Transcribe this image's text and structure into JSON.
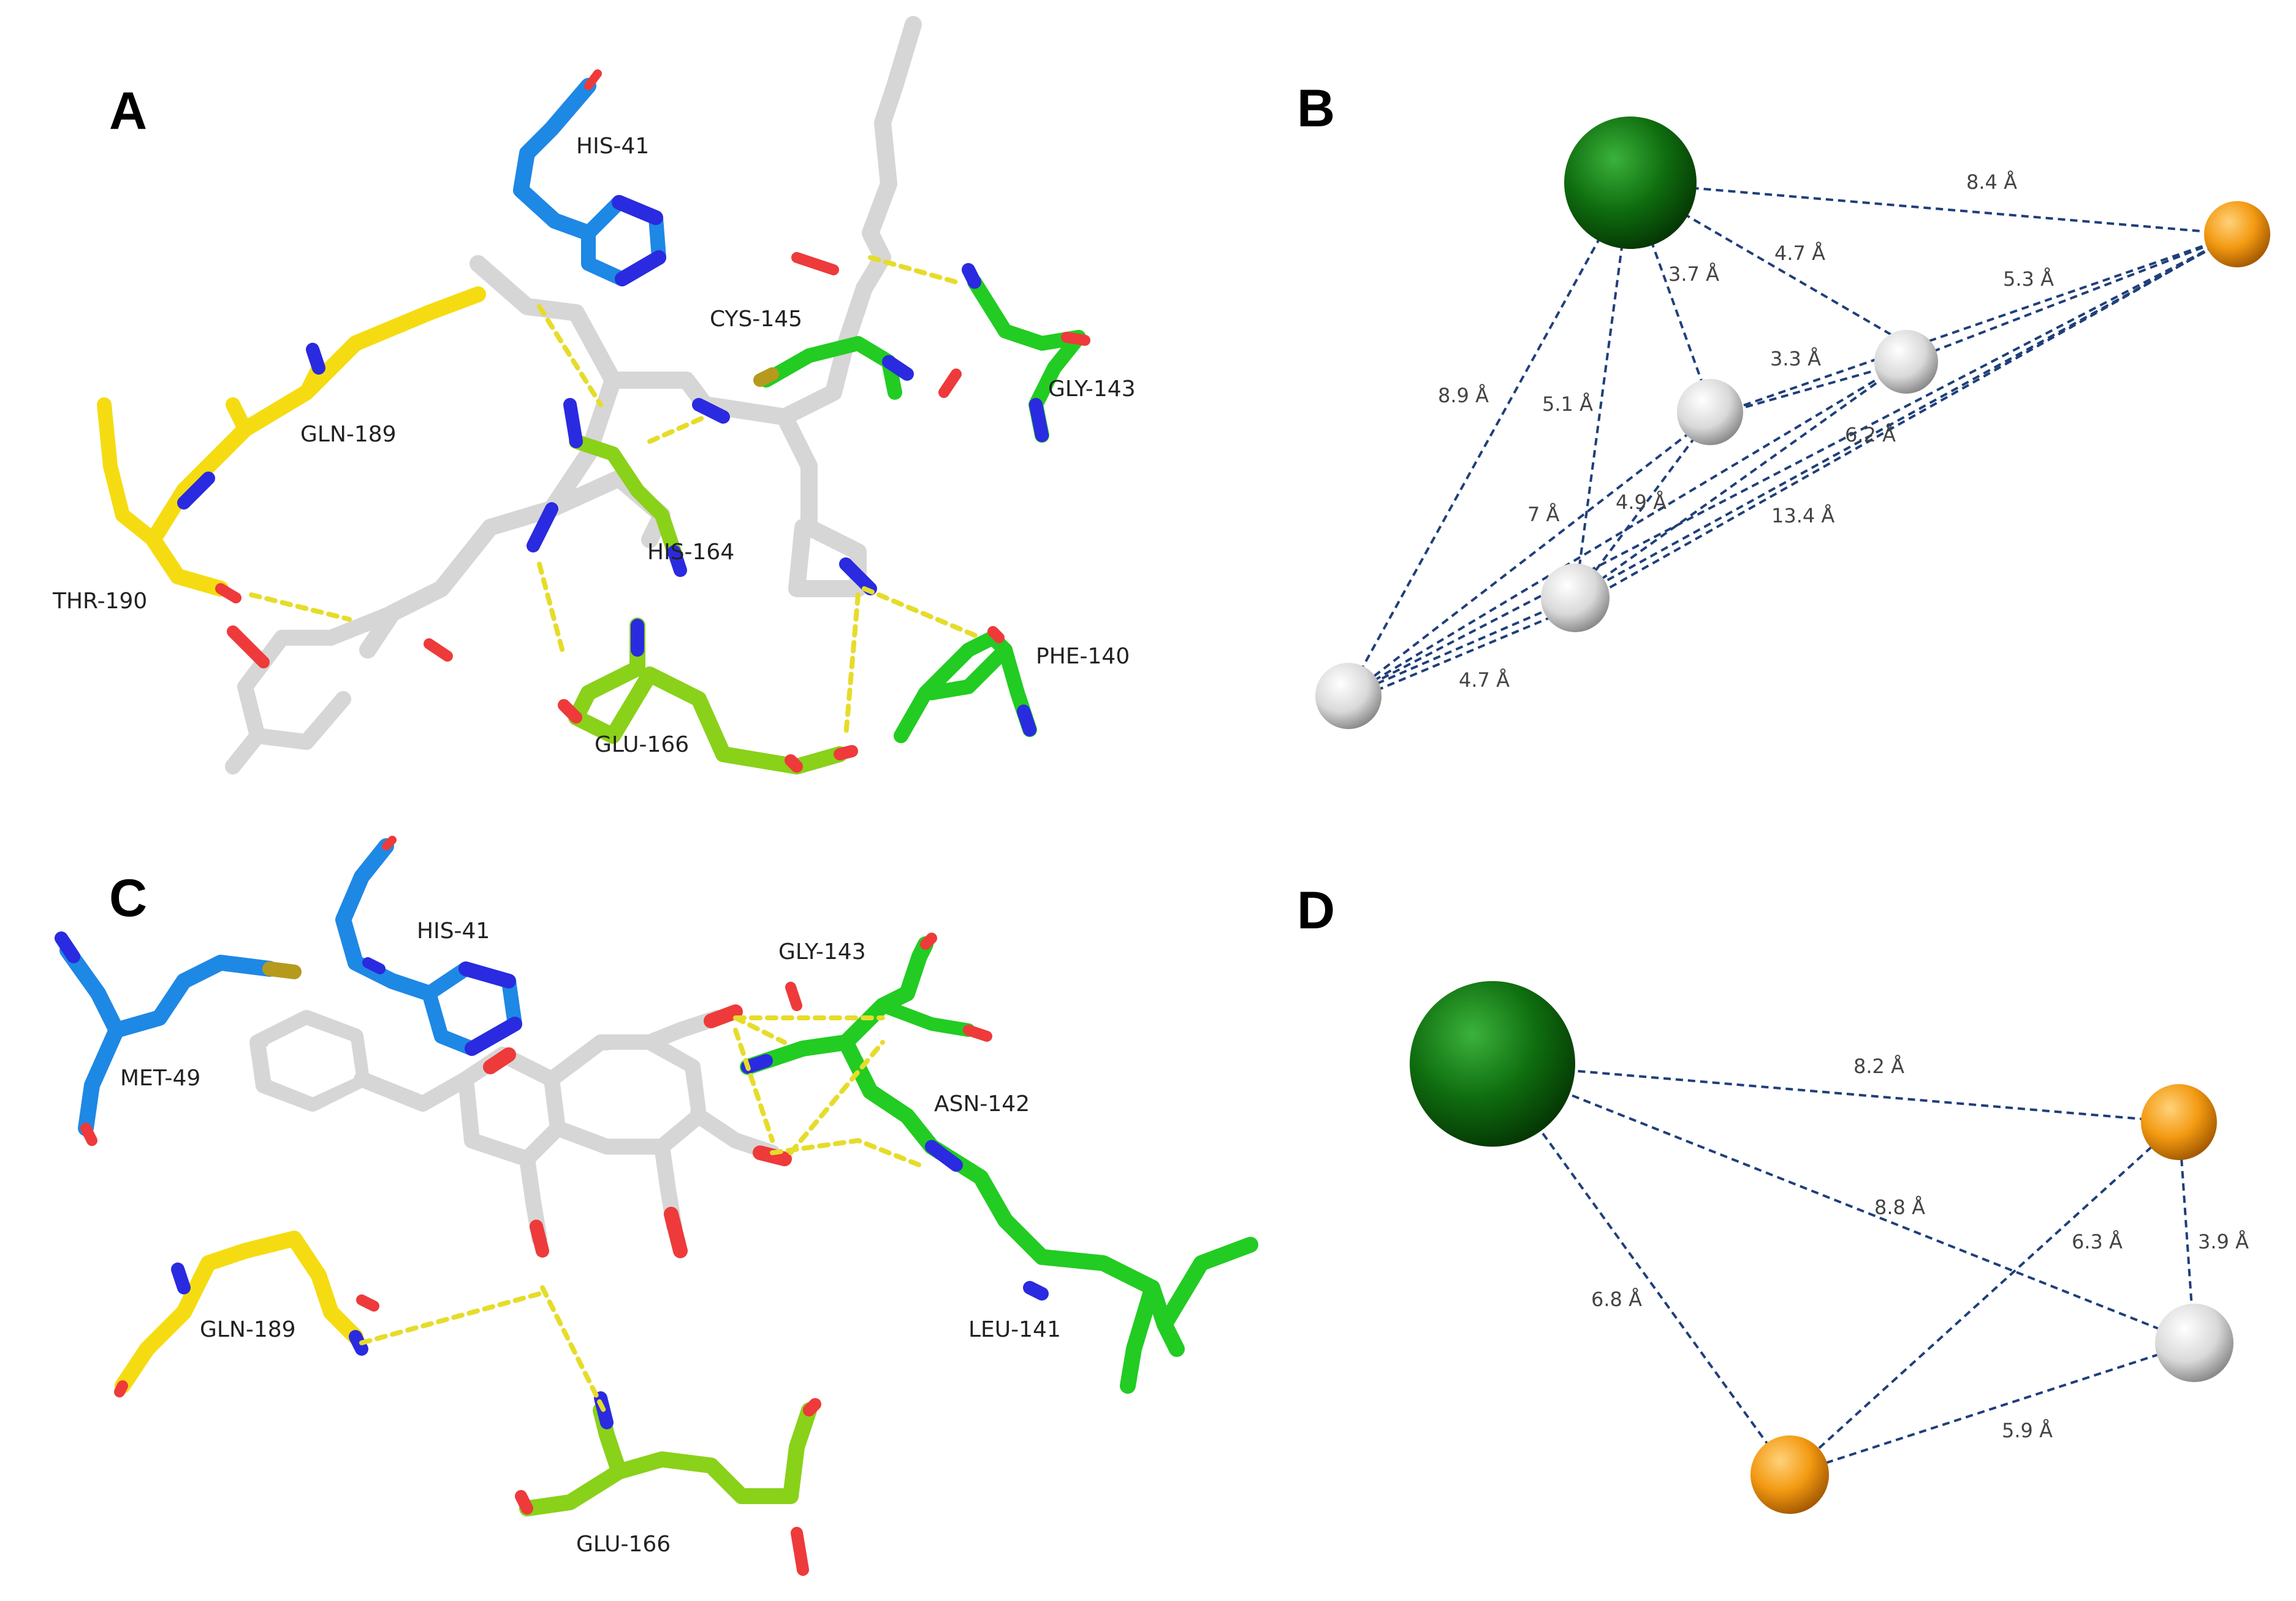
{
  "panels": {
    "a": {
      "letter": "A",
      "residues": {
        "his41": "HIS-41",
        "cys145": "CYS-145",
        "gly143": "GLY-143",
        "gln189": "GLN-189",
        "his164": "HIS-164",
        "thr190": "THR-190",
        "phe140": "PHE-140",
        "glu166": "GLU-166"
      }
    },
    "b": {
      "letter": "B",
      "distances": [
        "8.4 Å",
        "4.7 Å",
        "3.7 Å",
        "5.3 Å",
        "3.3 Å",
        "8.9 Å",
        "5.1 Å",
        "6.2 Å",
        "7 Å",
        "4.9 Å",
        "13.4 Å",
        "4.7 Å"
      ]
    },
    "c": {
      "letter": "C",
      "residues": {
        "his41": "HIS-41",
        "gly143": "GLY-143",
        "met49": "MET-49",
        "asn142": "ASN-142",
        "gln189": "GLN-189",
        "leu141": "LEU-141",
        "glu166": "GLU-166"
      }
    },
    "d": {
      "letter": "D",
      "distances": [
        "8.2 Å",
        "8.8 Å",
        "6.3 Å",
        "3.9 Å",
        "6.8 Å",
        "5.9 Å"
      ]
    }
  },
  "colors": {
    "carbon_ligand": "#d6d6d6",
    "carbon_blue": "#1e88e5",
    "carbon_yellow": "#f5dc12",
    "carbon_green": "#22cc22",
    "carbon_lime": "#8ad11a",
    "oxygen": "#ee3a3a",
    "nitrogen": "#2a2ae0",
    "sulfur": "#b59a1e",
    "hbond": "#e6dc2a",
    "pharm_distance": "#1f3f7a",
    "sphere_green": "#0f6e0f",
    "sphere_orange": "#f39a12",
    "sphere_white": "#e2e2e2"
  }
}
